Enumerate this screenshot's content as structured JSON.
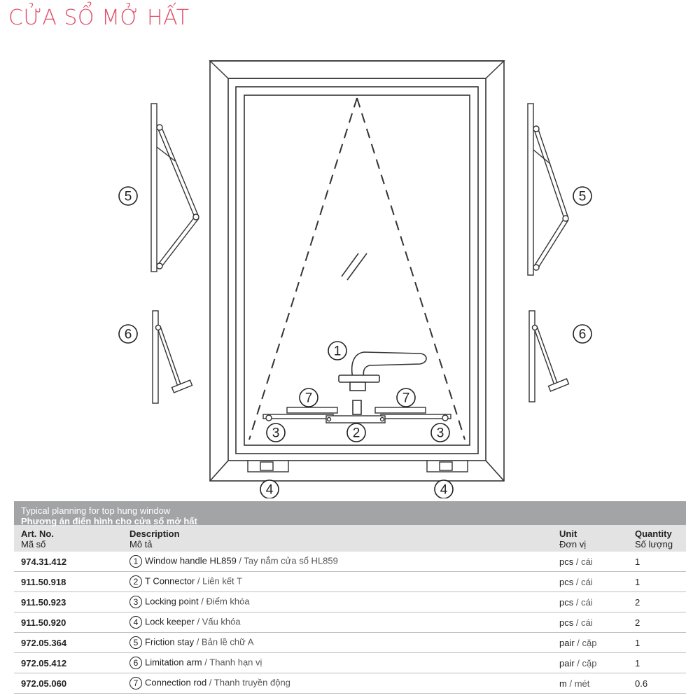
{
  "title": "CỬA SỔ MỞ HẤT",
  "callouts": {
    "c1": "1",
    "c2": "2",
    "c3": "3",
    "c4": "4",
    "c5": "5",
    "c6": "6",
    "c7": "7"
  },
  "table": {
    "header_en": "Typical planning for top hung window",
    "header_vi": "Phương án điển hình cho cửa sổ mở hất",
    "columns": [
      {
        "en": "Art. No.",
        "vi": "Mã số"
      },
      {
        "en": "Description",
        "vi": "Mô tả"
      },
      {
        "en": "Unit",
        "vi": "Đơn vị"
      },
      {
        "en": "Quantity",
        "vi": "Số lượng"
      }
    ],
    "rows": [
      {
        "art": "974.31.412",
        "num": "1",
        "desc_en": "Window handle HL859",
        "desc_vi": "Tay nắm cửa sổ HL859",
        "unit_en": "pcs",
        "unit_vi": "cái",
        "qty": "1"
      },
      {
        "art": "911.50.918",
        "num": "2",
        "desc_en": "T Connector",
        "desc_vi": "Liên kết T",
        "unit_en": "pcs",
        "unit_vi": "cái",
        "qty": "1"
      },
      {
        "art": "911.50.923",
        "num": "3",
        "desc_en": "Locking point",
        "desc_vi": "Điểm khóa",
        "unit_en": "pcs",
        "unit_vi": "cái",
        "qty": "2"
      },
      {
        "art": "911.50.920",
        "num": "4",
        "desc_en": "Lock keeper",
        "desc_vi": "Vấu khóa",
        "unit_en": "pcs",
        "unit_vi": "cái",
        "qty": "2"
      },
      {
        "art": "972.05.364",
        "num": "5",
        "desc_en": "Friction stay",
        "desc_vi": "Bản lề chữ A",
        "unit_en": "pair",
        "unit_vi": "cặp",
        "qty": "1"
      },
      {
        "art": "972.05.412",
        "num": "6",
        "desc_en": "Limitation arm",
        "desc_vi": "Thanh hạn vị",
        "unit_en": "pair",
        "unit_vi": "cặp",
        "qty": "1"
      },
      {
        "art": "972.05.060",
        "num": "7",
        "desc_en": "Connection rod",
        "desc_vi": "Thanh truyền động",
        "unit_en": "m",
        "unit_vi": "mét",
        "qty": "0.6"
      }
    ]
  }
}
